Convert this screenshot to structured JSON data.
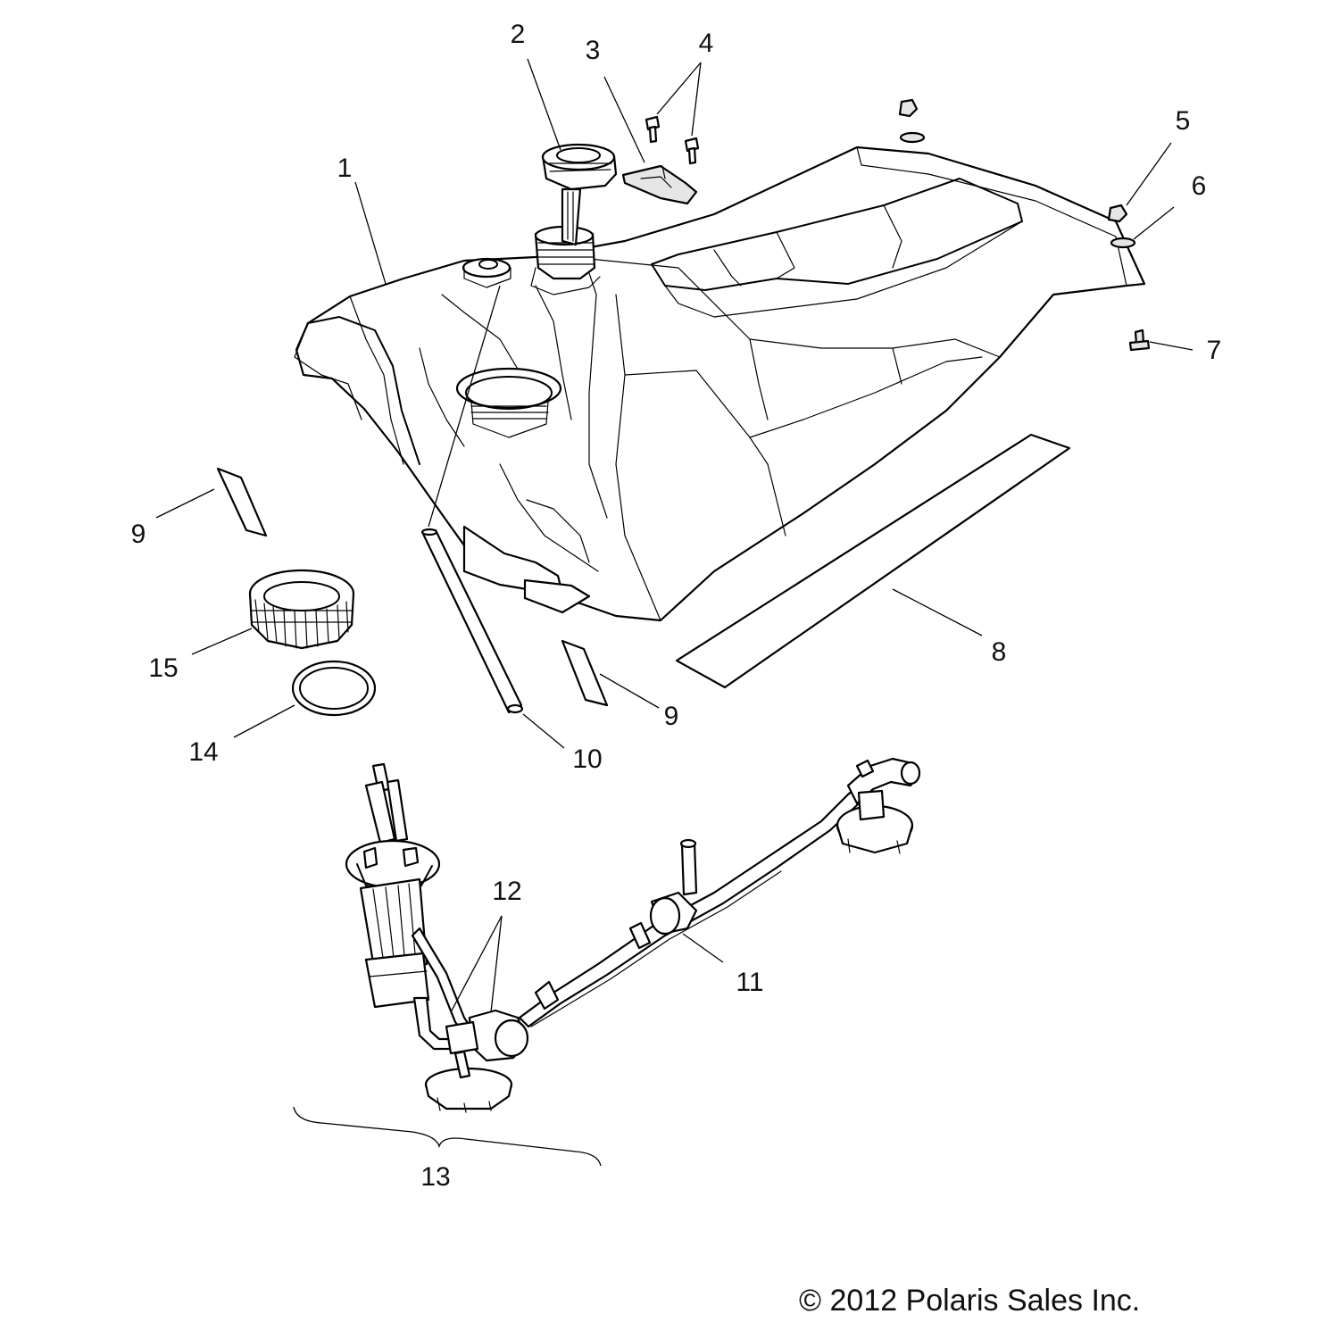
{
  "diagram": {
    "callouts": {
      "c1": "1",
      "c2": "2",
      "c3": "3",
      "c4": "4",
      "c5": "5",
      "c6": "6",
      "c7": "7",
      "c8": "8",
      "c9a": "9",
      "c9b": "9",
      "c10": "10",
      "c11": "11",
      "c12": "12",
      "c13": "13",
      "c14": "14",
      "c15": "15"
    },
    "copyright": "© 2012 Polaris Sales Inc."
  }
}
